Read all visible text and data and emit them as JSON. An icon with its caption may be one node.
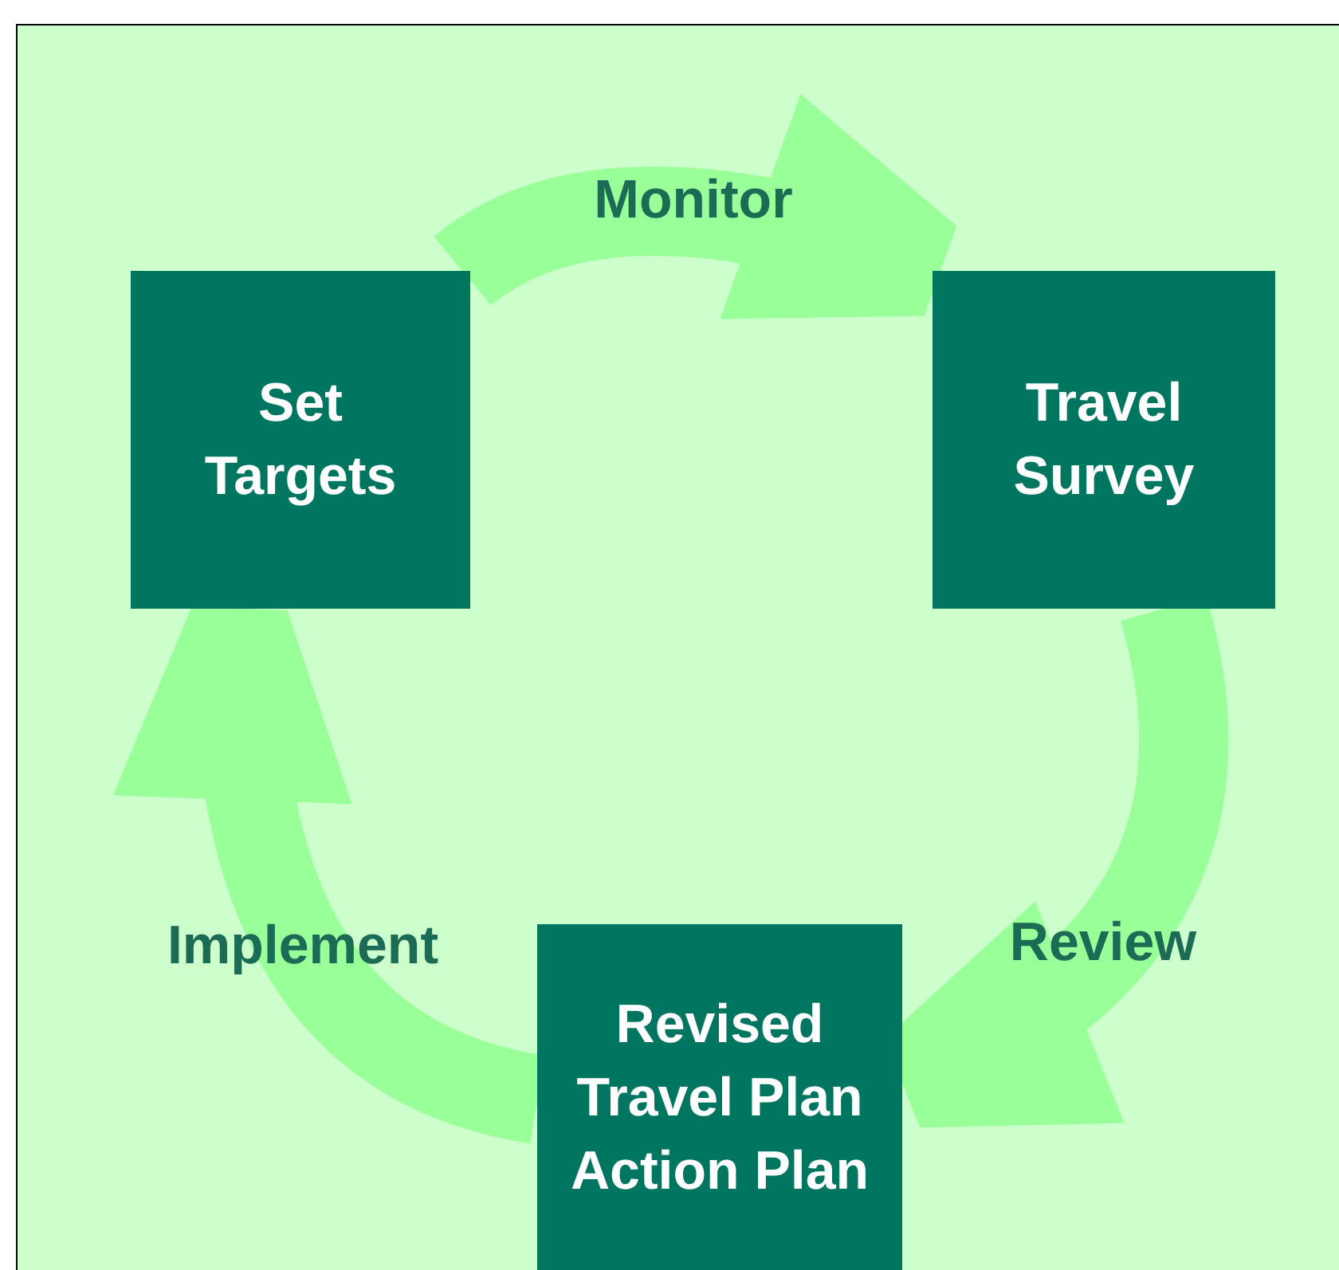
{
  "diagram": {
    "nodes": [
      {
        "text": [
          "Set Targets"
        ]
      },
      {
        "text": [
          "Travel Survey"
        ]
      },
      {
        "text": [
          "Revised Travel Plan Action Plan"
        ]
      }
    ],
    "edges": [
      {
        "from": 0,
        "to": 1,
        "arrow": "to",
        "label": "Monitor"
      },
      {
        "from": 1,
        "to": 2,
        "arrow": "to",
        "label": "Review"
      },
      {
        "from": 2,
        "to": 0,
        "arrow": "to",
        "label": "Implement"
      }
    ]
  }
}
